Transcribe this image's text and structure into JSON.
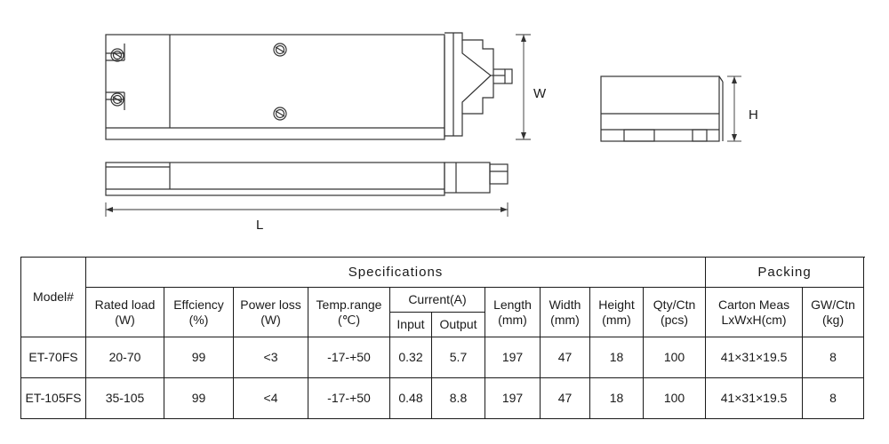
{
  "drawing": {
    "label_w": "W",
    "label_h": "H",
    "label_l": "L"
  },
  "table": {
    "model_header": "Model#",
    "group_specifications": "Specifications",
    "group_packing": "Packing",
    "current_header": "Current(A)",
    "columns": {
      "rated_load": [
        "Rated load",
        "(W)"
      ],
      "efficiency": [
        "Effciency",
        "(%)"
      ],
      "power_loss": [
        "Power loss",
        "(W)"
      ],
      "temp_range": [
        "Temp.range",
        "(℃)"
      ],
      "input": "Input",
      "output": "Output",
      "length": [
        "Length",
        "(mm)"
      ],
      "width": [
        "Width",
        "(mm)"
      ],
      "height": [
        "Height",
        "(mm)"
      ],
      "qty_ctn": [
        "Qty/Ctn",
        "(pcs)"
      ],
      "carton_meas": [
        "Carton  Meas",
        "LxWxH(cm)"
      ],
      "gw_ctn": [
        "GW/Ctn",
        "(kg)"
      ]
    },
    "rows": [
      {
        "model": "ET-70FS",
        "rated_load": "20-70",
        "efficiency": "99",
        "power_loss": "<3",
        "temp_range": "-17-+50",
        "input": "0.32",
        "output": "5.7",
        "length": "197",
        "width": "47",
        "height": "18",
        "qty_ctn": "100",
        "carton_meas": "41×31×19.5",
        "gw_ctn": "8"
      },
      {
        "model": "ET-105FS",
        "rated_load": "35-105",
        "efficiency": "99",
        "power_loss": "<4",
        "temp_range": "-17-+50",
        "input": "0.48",
        "output": "8.8",
        "length": "197",
        "width": "47",
        "height": "18",
        "qty_ctn": "100",
        "carton_meas": "41×31×19.5",
        "gw_ctn": "8"
      }
    ]
  }
}
